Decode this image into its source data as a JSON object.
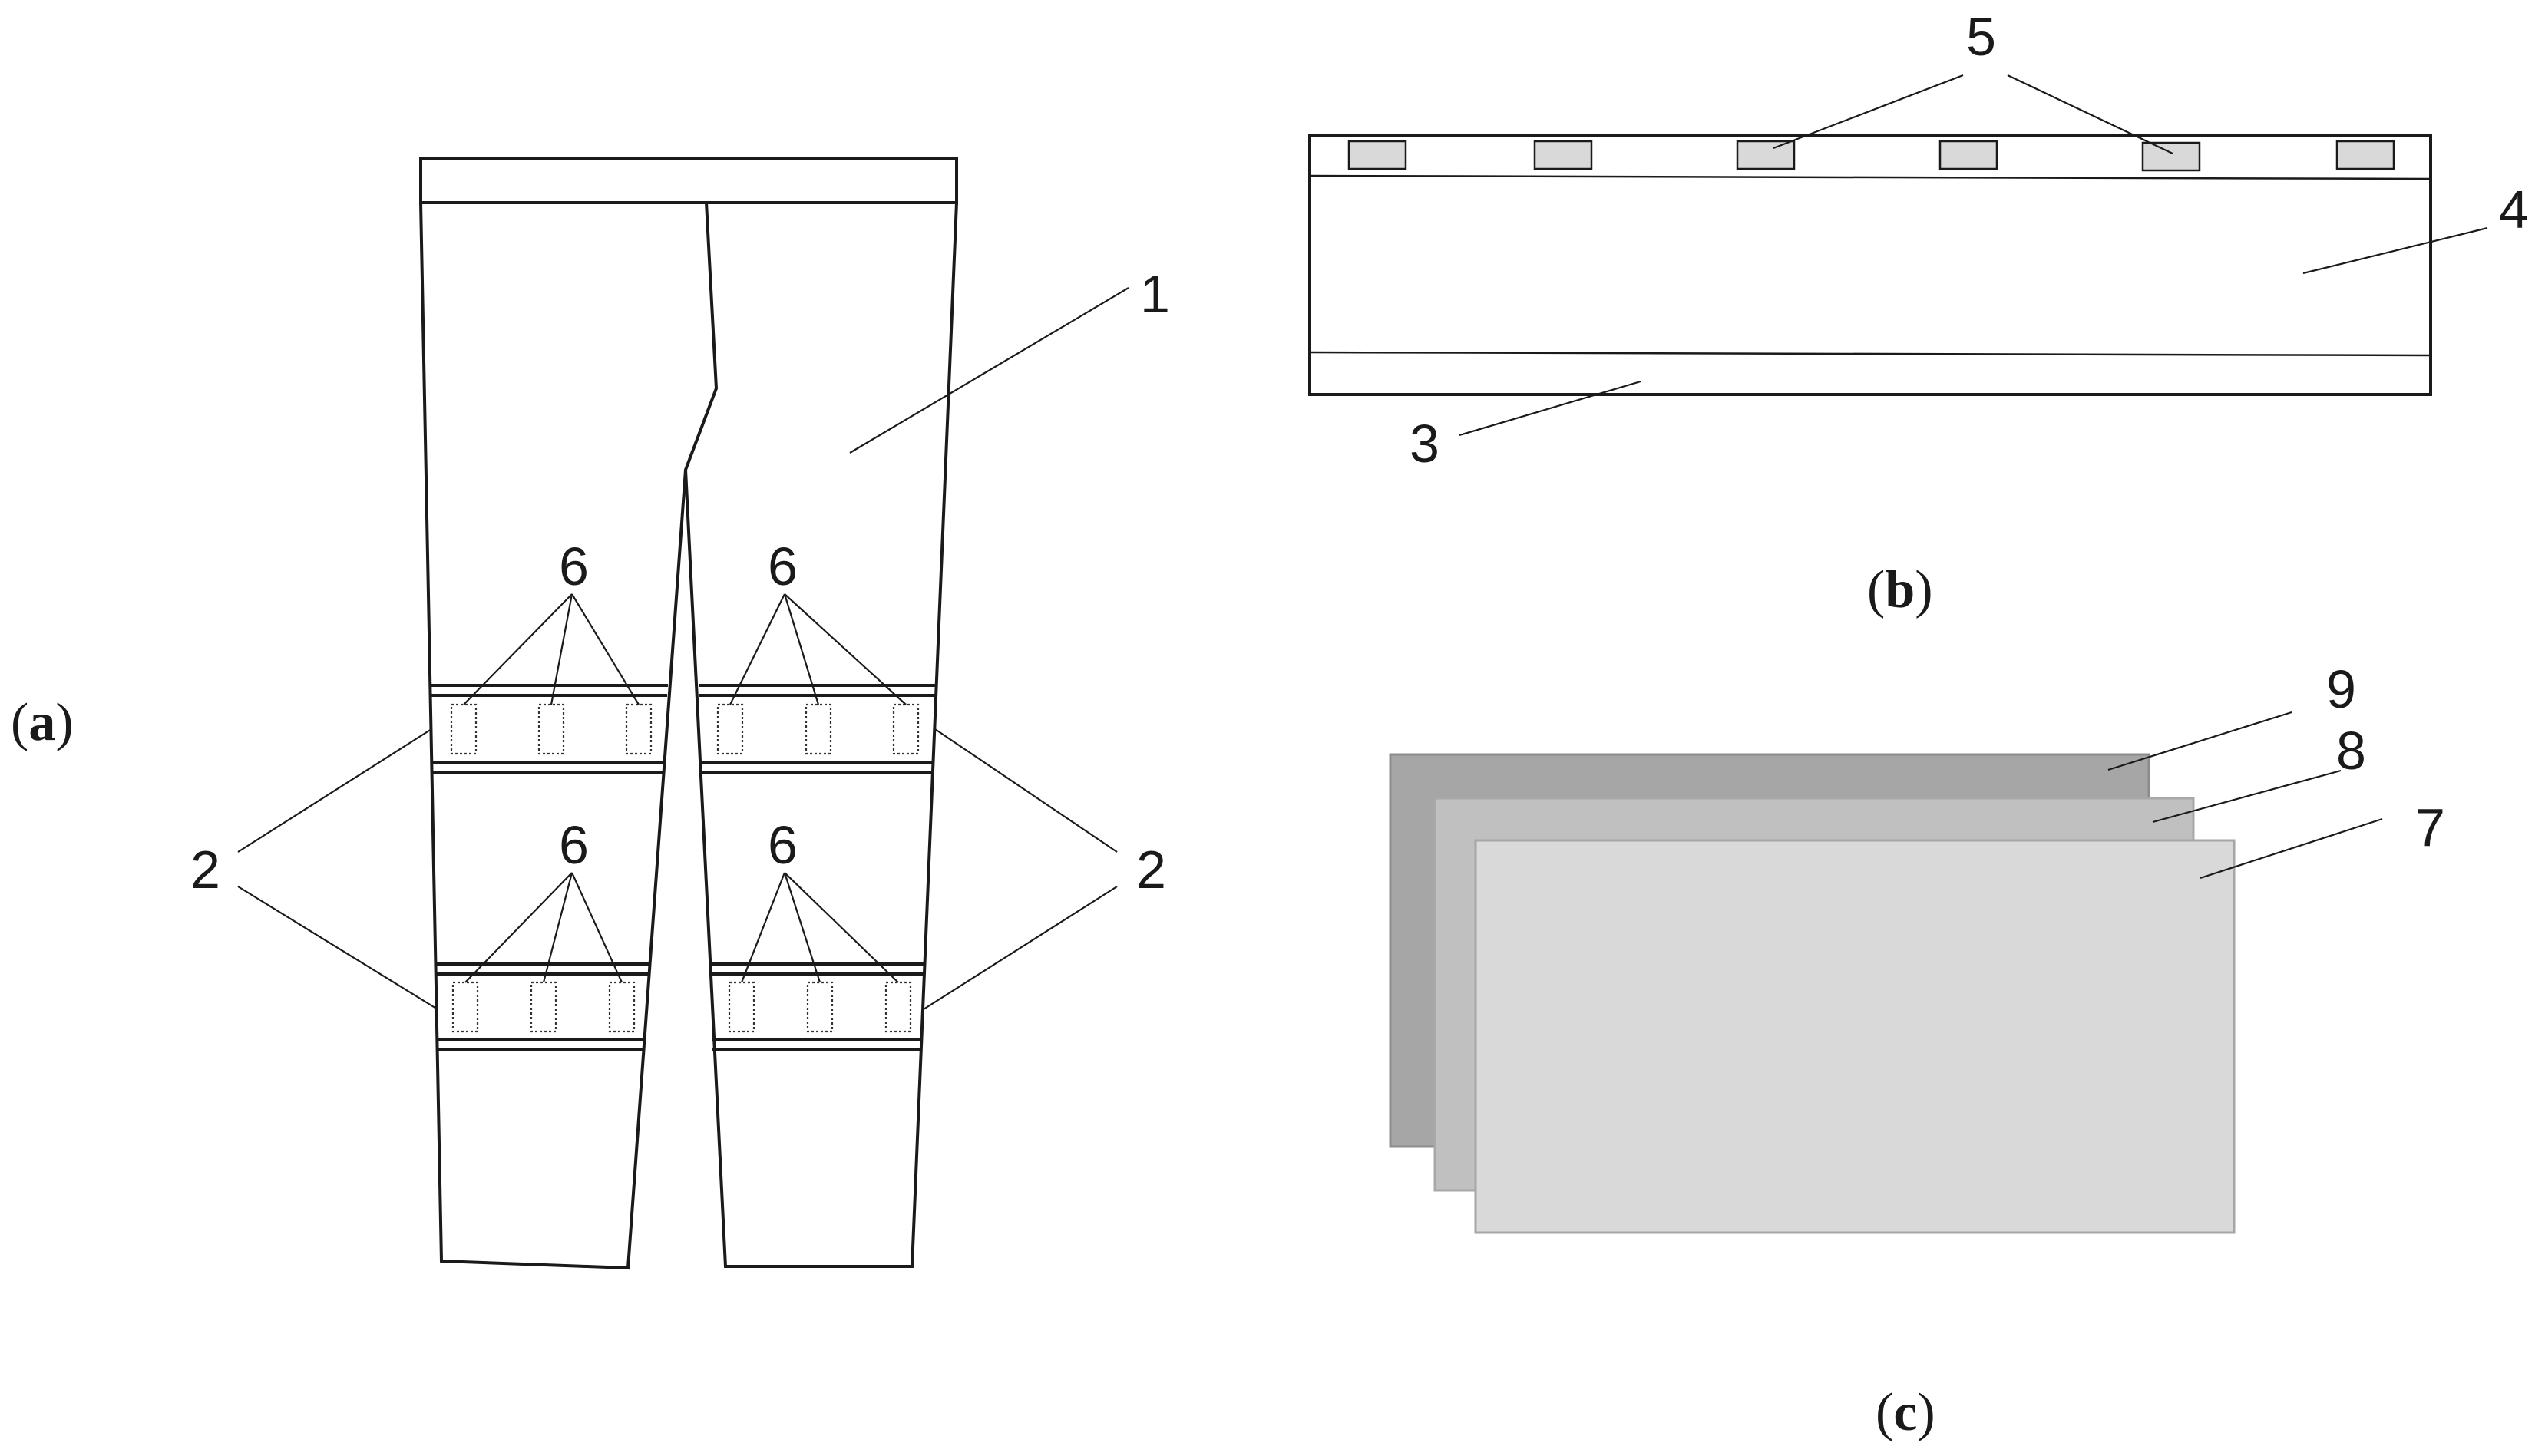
{
  "panels": {
    "a": {
      "open": "(",
      "letter": "a",
      "close": ")"
    },
    "b": {
      "open": "(",
      "letter": "b",
      "close": ")"
    },
    "c": {
      "open": "(",
      "letter": "c",
      "close": ")"
    }
  },
  "labels": {
    "n1": "1",
    "n2": "2",
    "n3": "3",
    "n4": "4",
    "n5": "5",
    "n6": "6",
    "n7": "7",
    "n8": "8",
    "n9": "9"
  },
  "colors": {
    "stroke": "#1a1a1a",
    "sensor_fill": "#d9d9d9",
    "layer7": "#d9d9d9",
    "layer8": "#c0c0c0",
    "layer9": "#a6a6a6"
  }
}
